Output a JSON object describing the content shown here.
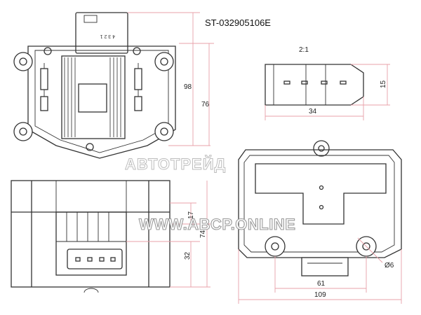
{
  "header": {
    "part_number": "ST-032905106E"
  },
  "connector_view": {
    "scale": "2:1",
    "width_dim": "34",
    "height_dim": "15"
  },
  "front_view": {
    "pin_labels": "4  3  2  1",
    "height_dim_inner": "98",
    "height_dim_outer": "76"
  },
  "side_view": {
    "dim_top": "17",
    "dim_total": "74",
    "dim_bottom": "32"
  },
  "rear_view": {
    "width_dim_inner": "61",
    "width_dim_outer": "109",
    "hole_dim": "Ø6"
  },
  "watermarks": {
    "top": "АВТОТРЕЙД",
    "bottom": "WWW.ABCP.ONLINE"
  }
}
